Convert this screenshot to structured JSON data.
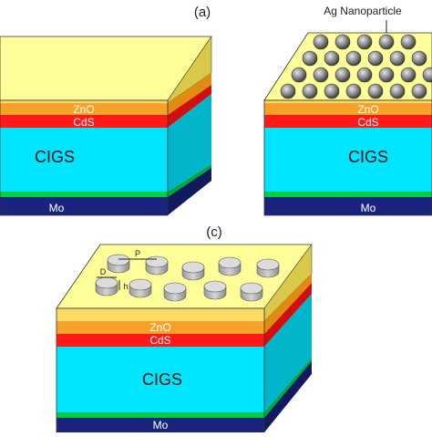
{
  "panels": {
    "a": {
      "label": "(a)"
    },
    "b": {
      "annotation": "Ag Nanoparticle"
    },
    "c": {
      "label": "(c)",
      "dim_p": "P",
      "dim_d": "D",
      "dim_h": "h"
    }
  },
  "layers": {
    "zno": "ZnO",
    "cds": "CdS",
    "cigs": "CIGS",
    "mo": "Mo"
  },
  "colors": {
    "zno_top": "#ffff99",
    "zno_front": "#ffd966",
    "orange": "#f7a128",
    "cds": "#ff1a1a",
    "cigs_front": "#00e5ff",
    "cigs_side": "#00b5c9",
    "green": "#00cc44",
    "mo_front": "#1a237e",
    "particle": "#8c8c8c",
    "disk": "#cccccc"
  }
}
